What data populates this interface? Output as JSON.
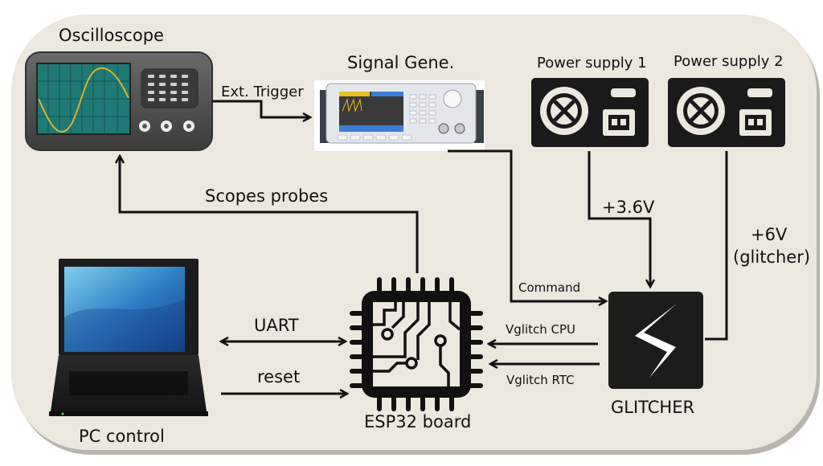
{
  "diagram": {
    "colors": {
      "panel_bg": "#ebe8df",
      "panel_shadow": "#b8b5ac",
      "wire": "#111111",
      "device_dark": "#1a1a1a",
      "scope_screen": "#1f7a76",
      "scope_wave": "#d9b234",
      "laptop_screen": "#2f7fc4"
    },
    "nodes": {
      "oscilloscope": {
        "label": "Oscilloscope"
      },
      "signal_generator": {
        "label": "Signal Gene."
      },
      "power_supply_1": {
        "label": "Power supply 1"
      },
      "power_supply_2": {
        "label": "Power supply 2"
      },
      "pc": {
        "label": "PC control"
      },
      "esp32": {
        "label": "ESP32 board"
      },
      "glitcher": {
        "label": "GLITCHER"
      }
    },
    "edges": {
      "ext_trigger": {
        "label": "Ext. Trigger",
        "from": "oscilloscope",
        "to": "signal_generator"
      },
      "scope_probes": {
        "label": "Scopes probes",
        "from": "esp32",
        "to": "oscilloscope"
      },
      "command": {
        "label": "Command",
        "from": "signal_generator",
        "to": "glitcher"
      },
      "supply_3v6": {
        "label": "+3.6V",
        "from": "power_supply_1",
        "to": "glitcher"
      },
      "supply_6v": {
        "label": "+6V",
        "sublabel": "(glitcher)",
        "from": "power_supply_2",
        "to": "glitcher"
      },
      "uart": {
        "label": "UART",
        "from": "pc",
        "to": "esp32",
        "bidirectional": true
      },
      "reset": {
        "label": "reset",
        "from": "pc",
        "to": "esp32"
      },
      "vglitch_cpu": {
        "label": "Vglitch CPU",
        "from": "glitcher",
        "to": "esp32"
      },
      "vglitch_rtc": {
        "label": "Vglitch RTC",
        "from": "glitcher",
        "to": "esp32"
      }
    }
  }
}
